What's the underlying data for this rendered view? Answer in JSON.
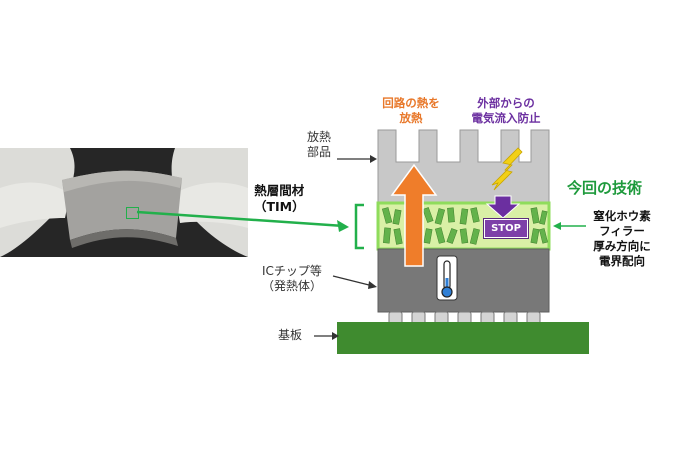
{
  "labels": {
    "heatsink": [
      "放熱",
      "部品"
    ],
    "tim": [
      "熱層間材",
      "（TIM）"
    ],
    "chip": [
      "ICチップ等",
      "（発熱体）"
    ],
    "substrate": "基板",
    "heat_release": [
      "回路の熱を",
      "放熱"
    ],
    "block": [
      "外部からの",
      "電気流入防止"
    ],
    "tech": "今回の技術",
    "filler": [
      "窒化ホウ素",
      "フィラー",
      "厚み方向に",
      "電界配向"
    ],
    "stop": "STOP"
  },
  "colors": {
    "heatsink": "#c8c8c8",
    "tim_fill": "#d6ef9c",
    "tim_border": "#7ed957",
    "filler": "#62b44a",
    "chip": "#777777",
    "substrate": "#3f8b2f",
    "arrow_orange": "#ef7d2a",
    "arrow_purple": "#6b2fa0",
    "green_arrow": "#22b04b",
    "lightning": "#f2d017"
  }
}
